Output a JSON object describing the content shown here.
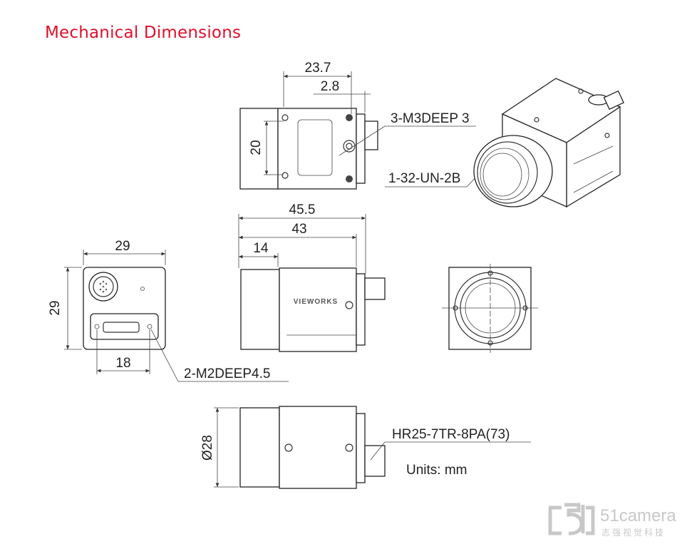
{
  "title": "Mechanical Dimensions",
  "top_view": {
    "dim_overall": "23.7",
    "dim_flange": "2.8",
    "dim_holes": "20",
    "label_holes": "3-M3DEEP 3",
    "label_mount": "1-32-UN-2B"
  },
  "front_view": {
    "dim_width": "29",
    "dim_height": "29",
    "dim_holes": "18",
    "label_holes": "2-M2DEEP4.5"
  },
  "side_view": {
    "dim_total": "45.5",
    "dim_body": "43",
    "dim_lens": "14",
    "brand": "VIEWORKS"
  },
  "bottom_view": {
    "dim_diameter": "Ø28",
    "label_connector": "HR25-7TR-8PA(73)",
    "units": "Units: mm"
  },
  "watermark": {
    "brand": "51camera",
    "subtitle": "志强视觉科技"
  },
  "colors": {
    "title": "#e0102c"
  }
}
